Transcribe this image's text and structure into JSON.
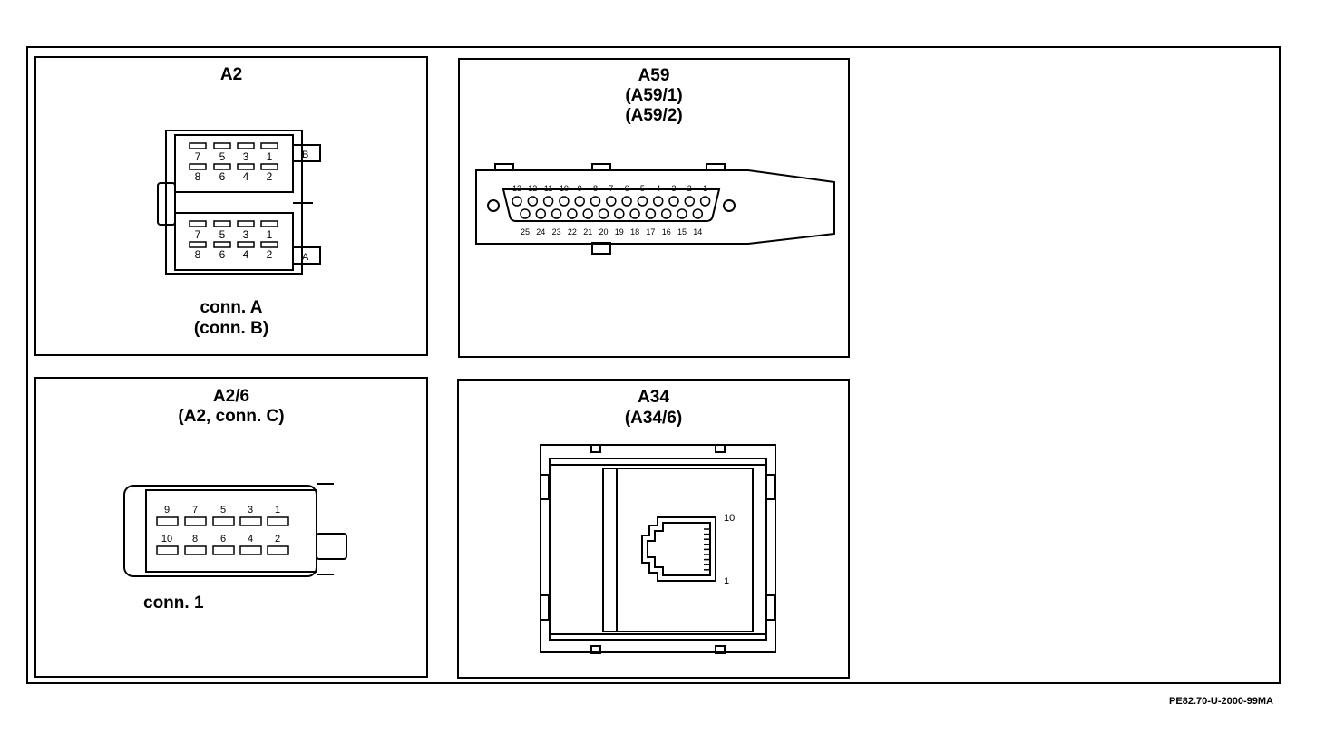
{
  "figure_ref": "PE82.70-U-2000-99MA",
  "panels": {
    "a2": {
      "title": "A2",
      "caption_line1": "conn. A",
      "caption_line2": "(conn. B)",
      "side_label_top": "B",
      "side_label_bottom": "A",
      "top_row_pins": [
        "7",
        "5",
        "3",
        "1"
      ],
      "bottom_row_pins": [
        "8",
        "6",
        "4",
        "2"
      ]
    },
    "a59": {
      "title": "A59",
      "subtitle1": "(A59/1)",
      "subtitle2": "(A59/2)",
      "top_pins": [
        "13",
        "12",
        "11",
        "10",
        "9",
        "8",
        "7",
        "6",
        "5",
        "4",
        "3",
        "2",
        "1"
      ],
      "bottom_pins": [
        "25",
        "24",
        "23",
        "22",
        "21",
        "20",
        "19",
        "18",
        "17",
        "16",
        "15",
        "14"
      ]
    },
    "a26": {
      "title": "A2/6",
      "subtitle": "(A2, conn. C)",
      "caption": "conn. 1",
      "top_pins": [
        "9",
        "7",
        "5",
        "3",
        "1"
      ],
      "bottom_pins": [
        "10",
        "8",
        "6",
        "4",
        "2"
      ]
    },
    "a34": {
      "title": "A34",
      "subtitle": "(A34/6)",
      "pin_top": "10",
      "pin_bottom": "1"
    }
  }
}
